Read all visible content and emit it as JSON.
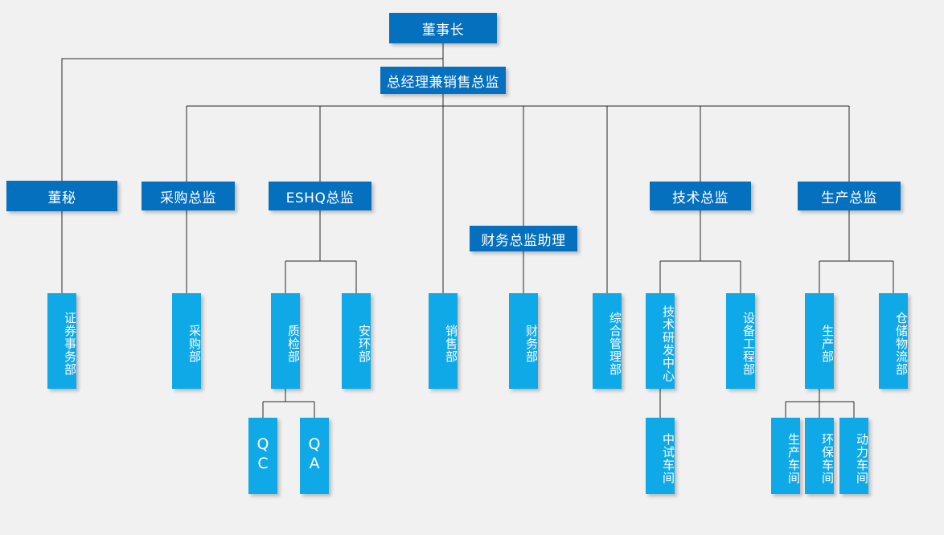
{
  "chart": {
    "title": "",
    "type": "organization-chart",
    "background_color": "#f1f1f1",
    "exec_node_color": "#0570be",
    "dept_node_color": "#10a9e8",
    "connector_color": "#262626",
    "text_color": "#ffffff"
  },
  "nodes": {
    "chairman": {
      "label": "董事长",
      "level": 1
    },
    "gm_sales": {
      "label": "总经理兼销售总监",
      "level": 2
    },
    "board_secretary": {
      "label": "董秘",
      "level": 3
    },
    "procurement_director": {
      "label": "采购总监",
      "level": 3
    },
    "eshq_director": {
      "label": "ESHQ总监",
      "level": 3
    },
    "finance_director_assistant": {
      "label": "财务总监助理",
      "level": 3
    },
    "technical_director": {
      "label": "技术总监",
      "level": 3
    },
    "production_director": {
      "label": "生产总监",
      "level": 3
    },
    "securities_affairs_dept": {
      "label": "证券事务部",
      "level": 4
    },
    "procurement_dept": {
      "label": "采购部",
      "level": 4
    },
    "quality_inspection_dept": {
      "label": "质检部",
      "level": 4
    },
    "safety_environment_dept": {
      "label": "安环部",
      "level": 4
    },
    "sales_dept": {
      "label": "销售部",
      "level": 4
    },
    "finance_dept": {
      "label": "财务部",
      "level": 4
    },
    "general_management_dept": {
      "label": "综合管理部",
      "level": 4
    },
    "tech_rd_center": {
      "label": "技术研发中心",
      "level": 4
    },
    "equipment_engineering_dept": {
      "label": "设备工程部",
      "level": 4
    },
    "production_dept": {
      "label": "生产部",
      "level": 4
    },
    "warehouse_logistics_dept": {
      "label": "仓储物流部",
      "level": 4
    },
    "qc": {
      "label": "QC",
      "level": 5
    },
    "qa": {
      "label": "QA",
      "level": 5
    },
    "pilot_workshop": {
      "label": "中试车间",
      "level": 5
    },
    "production_workshop": {
      "label": "生产车间",
      "level": 5
    },
    "environmental_workshop": {
      "label": "环保车间",
      "level": 5
    },
    "power_workshop": {
      "label": "动力车间",
      "level": 5
    }
  },
  "hierarchy": {
    "董事长": [
      "总经理兼销售总监",
      "董秘"
    ],
    "总经理兼销售总监": [
      "采购总监",
      "ESHQ总监",
      "销售部",
      "财务总监助理",
      "综合管理部",
      "技术总监",
      "生产总监"
    ],
    "董秘": [
      "证券事务部"
    ],
    "采购总监": [
      "采购部"
    ],
    "ESHQ总监": [
      "质检部",
      "安环部"
    ],
    "财务总监助理": [
      "财务部"
    ],
    "技术总监": [
      "技术研发中心",
      "设备工程部"
    ],
    "生产总监": [
      "生产部",
      "仓储物流部"
    ],
    "质检部": [
      "QC",
      "QA"
    ],
    "技术研发中心": [
      "中试车间"
    ],
    "生产部": [
      "生产车间",
      "环保车间",
      "动力车间"
    ]
  }
}
